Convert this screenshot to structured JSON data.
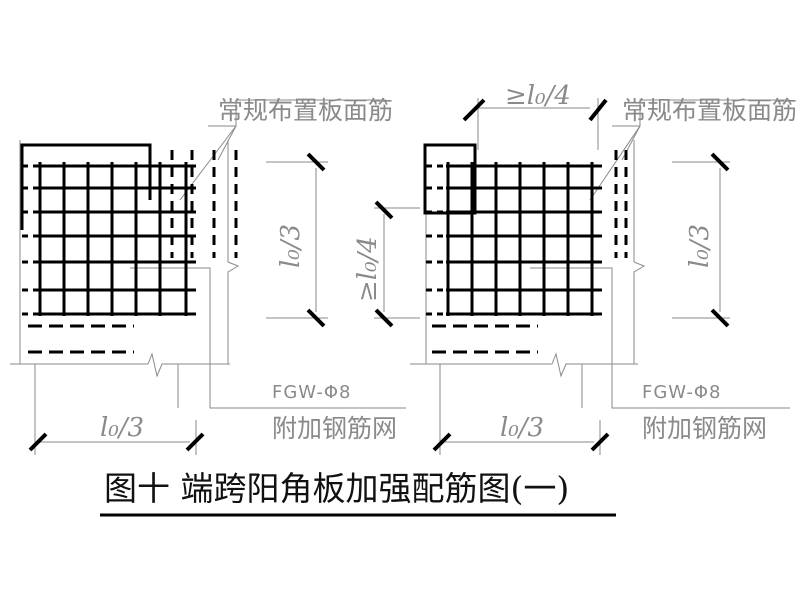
{
  "title": "图十  端跨阳角板加强配筋图(一)",
  "colors": {
    "rebar": "#000000",
    "annotation": "#8a8a8a",
    "title": "#111111"
  },
  "left_panel": {
    "regular_rebar_label": "常规布置板面筋",
    "mesh_spec": "FGW-Φ8",
    "mesh_label": "附加钢筋网",
    "dim_horizontal": "l₀/3",
    "dim_vertical": "l₀/3"
  },
  "right_panel": {
    "regular_rebar_label": "常规布置板面筋",
    "mesh_spec": "FGW-Φ8",
    "mesh_label": "附加钢筋网",
    "dim_top": "≥l₀/4",
    "dim_left": "≥l₀/4",
    "dim_horizontal": "l₀/3",
    "dim_vertical": "l₀/3"
  }
}
